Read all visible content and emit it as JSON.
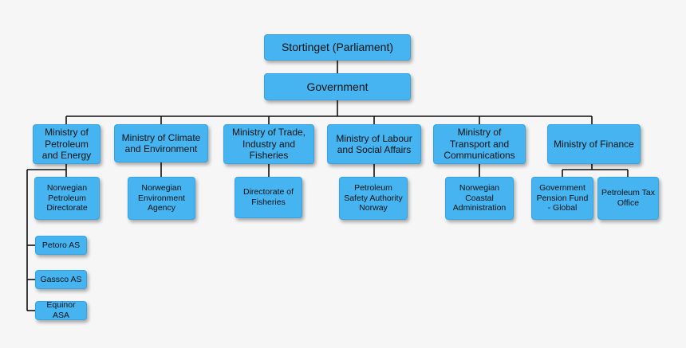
{
  "parliament": "Stortinget (Parliament)",
  "government": "Government",
  "ministries": {
    "petroleum": "Ministry of Petroleum and Energy",
    "climate": "Ministry of Climate and Environment",
    "trade": "Ministry of Trade, Industry and Fisheries",
    "labour": "Ministry of Labour and Social Affairs",
    "transport": "Ministry of Transport and Communications",
    "finance": "Ministry of Finance"
  },
  "agencies": {
    "petroleum_directorate": "Norwegian Petroleum Directorate",
    "environment_agency": "Norwegian Environment Agency",
    "fisheries_directorate": "Directorate of Fisheries",
    "safety_authority": "Petroleum Safety Authority Norway",
    "coastal_administration": "Norwegian Coastal Administration",
    "pension_fund": "Government Pension Fund - Global",
    "tax_office": "Petroleum Tax Office"
  },
  "companies": {
    "petoro": "Petoro AS",
    "gassco": "Gassco AS",
    "equinor": "Equinor ASA"
  },
  "colors": {
    "box_fill": "#45b4f1",
    "connector": "#111111",
    "background": "#f6f6f7"
  }
}
